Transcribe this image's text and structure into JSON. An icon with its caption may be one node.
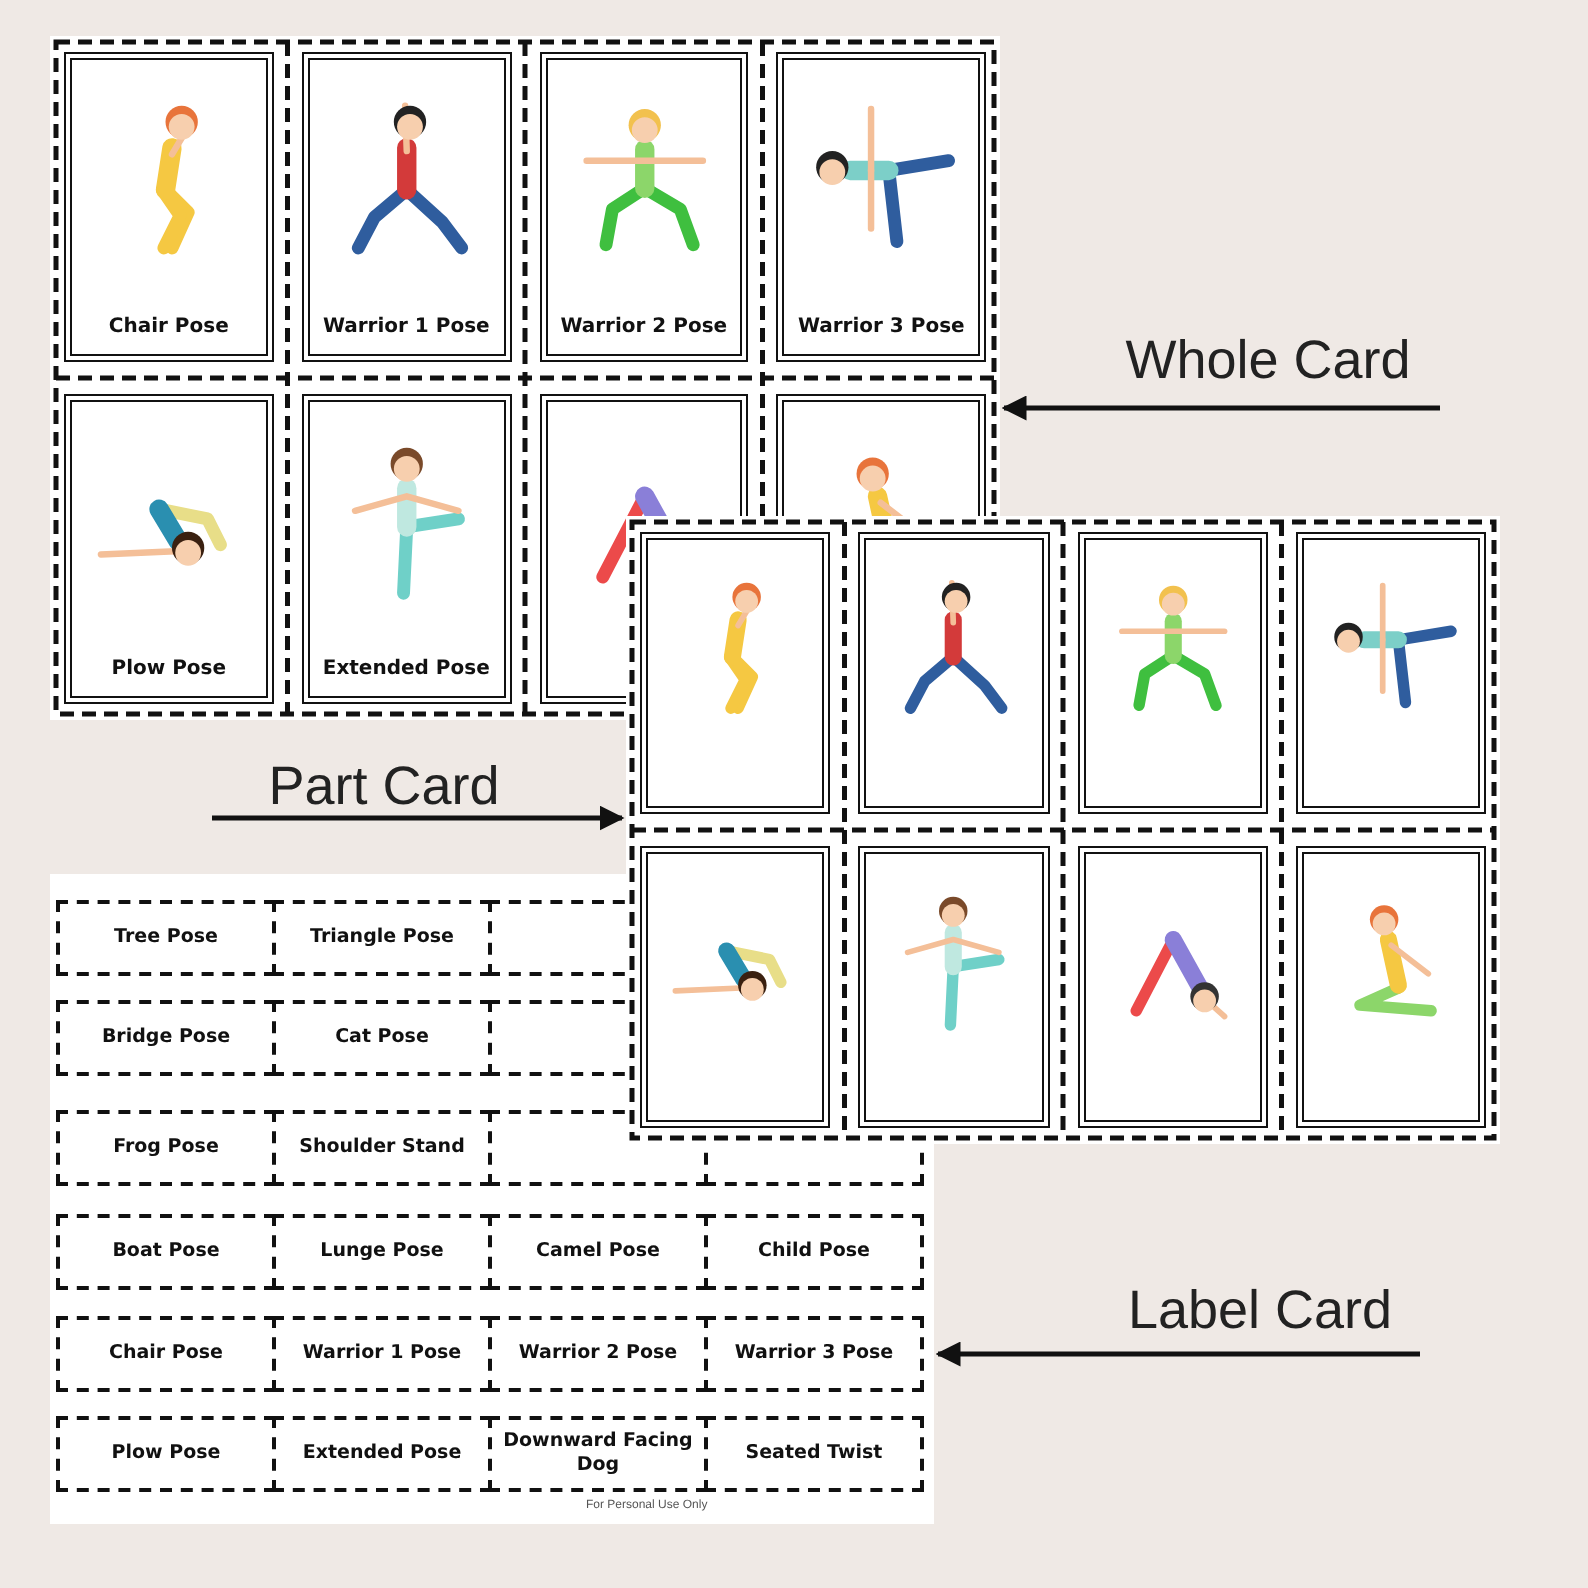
{
  "diagram": {
    "nodes": [
      {
        "text": [],
        "shape": "box"
      },
      {
        "text": [
          "Chair Pose"
        ],
        "in": 0
      },
      {
        "text": [
          "Warrior 1 Pose"
        ],
        "in": 0
      },
      {
        "text": [
          "Warrior 2 Pose"
        ],
        "in": 0
      },
      {
        "text": [
          "Warrior 3 Pose"
        ],
        "in": 0
      },
      {
        "text": [
          "Plow Pose"
        ],
        "in": 0
      },
      {
        "text": [
          "Extended Pose"
        ],
        "in": 0
      },
      {
        "text": [],
        "shape": "picture",
        "in": 0
      },
      {
        "text": [],
        "shape": "picture",
        "in": 0
      },
      {
        "text": [
          "Whole Card"
        ]
      },
      {
        "text": [
          "Part Card"
        ]
      },
      {
        "text": [],
        "shape": "box"
      },
      {
        "text": [],
        "shape": "picture",
        "in": 11
      },
      {
        "text": [],
        "shape": "picture",
        "in": 11
      },
      {
        "text": [],
        "shape": "picture",
        "in": 11
      },
      {
        "text": [],
        "shape": "picture",
        "in": 11
      },
      {
        "text": [],
        "shape": "picture",
        "in": 11
      },
      {
        "text": [],
        "shape": "picture",
        "in": 11
      },
      {
        "text": [],
        "shape": "picture",
        "in": 11
      },
      {
        "text": [],
        "shape": "picture",
        "in": 11
      },
      {
        "text": [],
        "shape": "box"
      },
      {
        "text": [
          "Label Card"
        ]
      }
    ],
    "edges": [
      {
        "from": 9,
        "to": 0,
        "arrow": "to"
      },
      {
        "from": 10,
        "to": 11,
        "arrow": "to"
      },
      {
        "from": 21,
        "to": 20,
        "arrow": "to"
      }
    ],
    "labels": [
      "Tree Pose",
      "Triangle Pose",
      "Bridge Pose",
      "Cat Pose",
      "Frog Pose",
      "Shoulder Stand",
      "Boat Pose",
      "Lunge Pose",
      "Camel Pose",
      "Child Pose",
      "Chair Pose",
      "Warrior 1 Pose",
      "Warrior 2 Pose",
      "Warrior 3 Pose",
      "Plow Pose",
      "Extended Pose",
      "Downward Facing Dog",
      "Seated Twist",
      "For Personal Use Only"
    ]
  }
}
